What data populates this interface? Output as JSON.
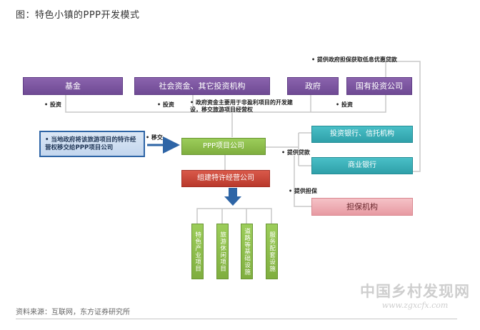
{
  "title": "图：特色小镇的PPP开发模式",
  "source": "资料来源：互联网，东方证券研究所",
  "watermark": {
    "line1": "中国乡村发现网",
    "line2": "www.zgxcfx.com"
  },
  "top_note": "• 提供政府担保获取低息优惠贷款",
  "investors": {
    "fund": "基金",
    "social": "社会资金、其它投资机构",
    "gov": "政府",
    "soe": "国有投资公司"
  },
  "labels": {
    "invest_1": "• 投资",
    "invest_2": "• 投资",
    "invest_3": "• 投资",
    "gov_capital_note": "• 政府资金主要用于非盈利项目的开发建设，移交旅游项目经营权",
    "transfer": "• 移交",
    "loan": "• 提供贷款",
    "guarantee": "• 提供担保"
  },
  "local_gov": "• 当地政府将该旅游项目的特许经营权移交给PPP项目公司",
  "ppp_company": "PPP项目公司",
  "franchise_company": "组建特许经营公司",
  "banks": {
    "investment_bank": "投资银行、信托机构",
    "commercial_bank": "商业银行",
    "guarantor": "担保机构"
  },
  "projects": [
    "特色产业项目",
    "旅游休闲项目",
    "道路等基础设施",
    "服务配套设施"
  ]
}
